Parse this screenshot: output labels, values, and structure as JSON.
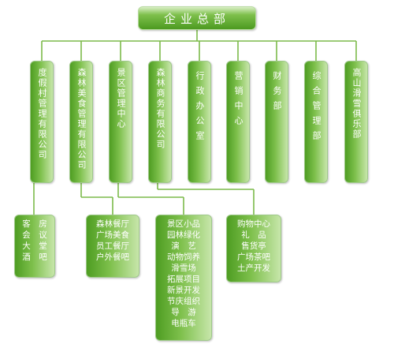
{
  "headquarters": "企业总部",
  "departments": [
    "度假村管理有限公司",
    "森林美食管理有限公司",
    "景区管理中心",
    "森林商务有限公司",
    "行政办公室",
    "营销中心",
    "财务部",
    "综合管理部",
    "高山滑雪俱乐部"
  ],
  "sub_units": {
    "resort": [
      "客　房",
      "会　议",
      "大　堂",
      "酒　吧"
    ],
    "food": [
      "森林餐厅",
      "广场美食",
      "员工餐厅",
      "户外餐吧"
    ],
    "scenic": [
      "景区小品",
      "园林绿化",
      "演　艺",
      "动物饲养",
      "滑雪场",
      "拓展项目",
      "新景开发",
      "节庆组织",
      "导　游",
      "电瓶车"
    ],
    "commerce": [
      "购物中心",
      "礼　品",
      "售货亭",
      "广场茶吧",
      "土产开发"
    ]
  }
}
